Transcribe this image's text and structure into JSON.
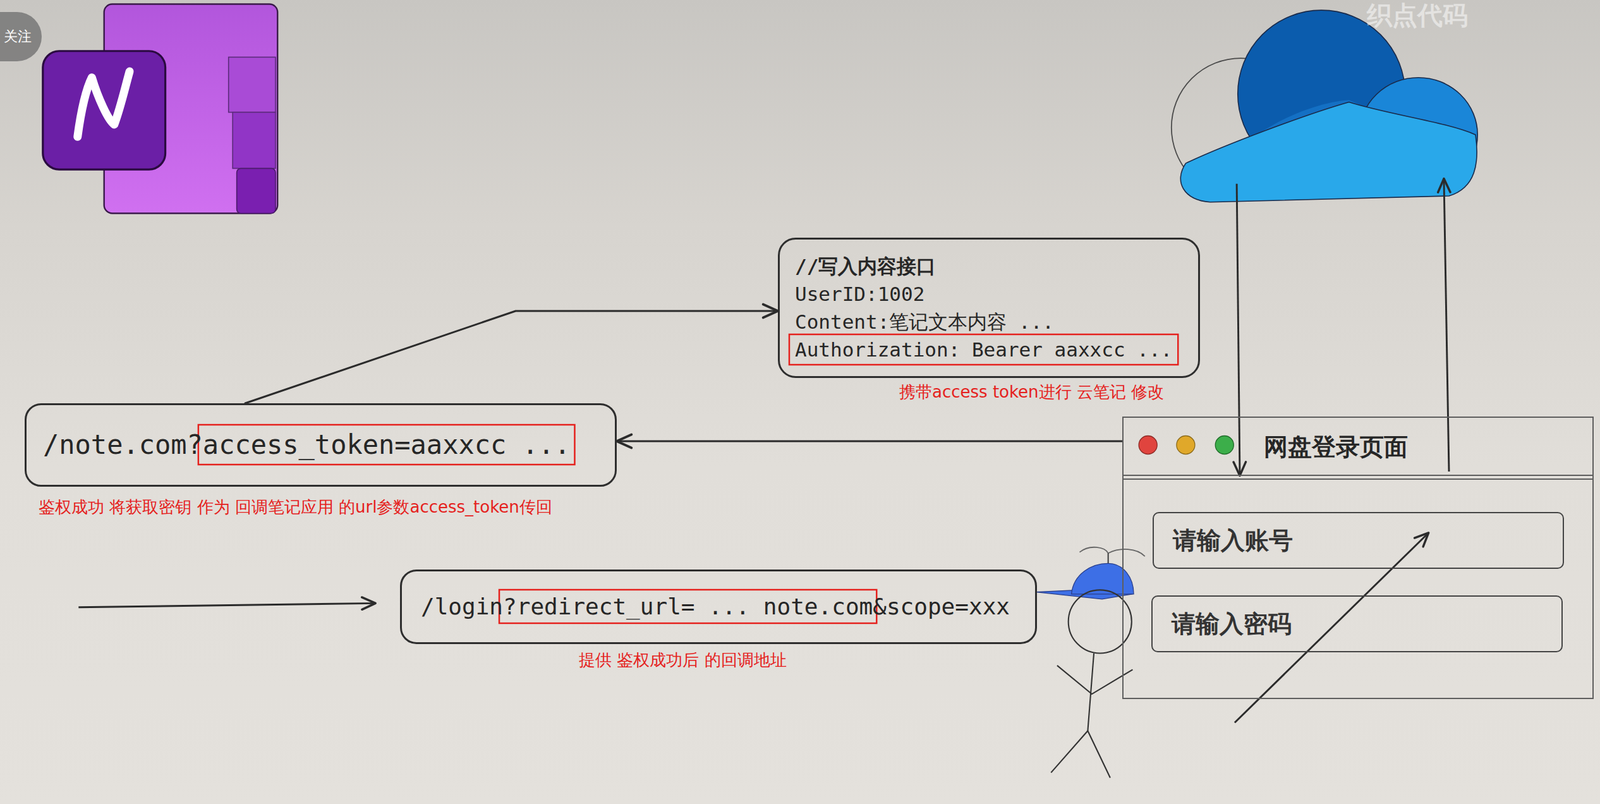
{
  "diagram": {
    "nodes": [
      {
        "text": [
          "//写入内容接口",
          "UserID:1002",
          "Content:笔记文本内容 ...",
          "Authorization: Bearer aaxxcc ..."
        ]
      },
      {
        "text": [
          "/note.com?access_token=aaxxcc ..."
        ]
      },
      {
        "text": [
          "网盘登录页面"
        ]
      },
      {
        "text": [
          "请输入账号"
        ],
        "in": 2
      },
      {
        "text": [
          "请输入密码"
        ],
        "in": 2
      },
      {
        "text": [
          "/login?redirect_url= ... note.com&scope=xxx"
        ]
      }
    ],
    "edges": [
      {
        "from": 1,
        "to": 0,
        "arrow": "to"
      },
      {
        "from": 2,
        "to": 1,
        "arrow": "to"
      }
    ],
    "labels": [
      "关注",
      "织点代码",
      "携带access token进行 云笔记 修改",
      "鉴权成功 将获取密钥 作为 回调笔记应用 的url参数access_token传回",
      "提供 鉴权成功后 的回调地址"
    ]
  }
}
